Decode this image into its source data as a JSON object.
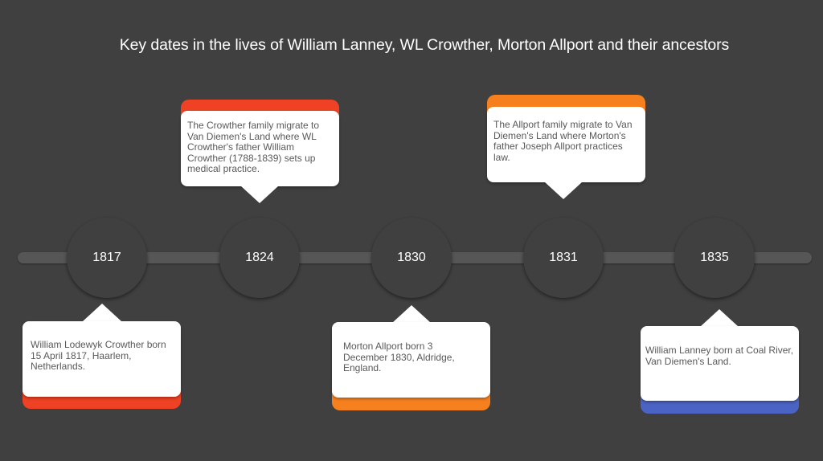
{
  "title": "Key dates in the lives of William Lanney, WL Crowther, Morton Allport and their ancestors",
  "colors": {
    "background": "#404040",
    "bar": "#565656",
    "red": "#ef4123",
    "orange": "#f7801e",
    "blue": "#4b63c4"
  },
  "timeline": [
    {
      "year": "1817",
      "position": "below",
      "accent": "red",
      "text": "William Lodewyk Crowther born 15 April 1817, Haarlem, Netherlands."
    },
    {
      "year": "1824",
      "position": "above",
      "accent": "red",
      "text": "The Crowther family migrate to Van Diemen's Land where WL Crowther's father William Crowther (1788-1839) sets up medical practice."
    },
    {
      "year": "1830",
      "position": "below",
      "accent": "orange",
      "text": "Morton Allport born 3 December 1830, Aldridge, England."
    },
    {
      "year": "1831",
      "position": "above",
      "accent": "orange",
      "text": "The Allport family migrate to Van Diemen's Land where Morton's father Joseph Allport practices law."
    },
    {
      "year": "1835",
      "position": "below",
      "accent": "blue",
      "text": "William Lanney born at Coal River, Van Diemen's Land."
    }
  ]
}
